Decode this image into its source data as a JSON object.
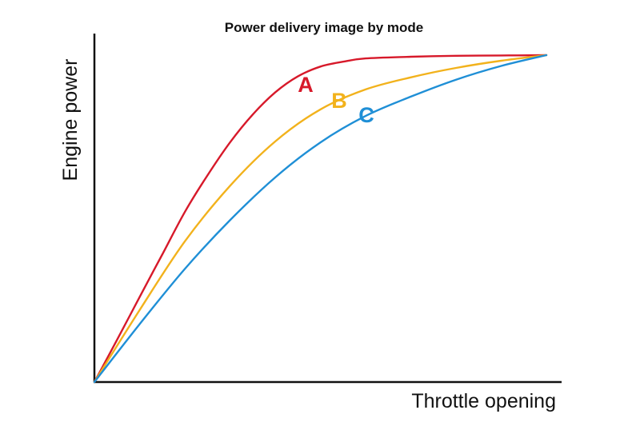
{
  "chart_data": {
    "type": "line",
    "title": "Power delivery image by mode",
    "xlabel": "Throttle opening",
    "ylabel": "Engine power",
    "xlim": [
      0,
      1
    ],
    "ylim": [
      0,
      1
    ],
    "grid": false,
    "legend": "inline labels next to curves",
    "series": [
      {
        "name": "A",
        "color": "#d7192a",
        "x": [
          0,
          0.05,
          0.1,
          0.15,
          0.2,
          0.25,
          0.3,
          0.35,
          0.4,
          0.45,
          0.5,
          0.55,
          0.6,
          0.7,
          0.8,
          0.9,
          1.0
        ],
        "y": [
          0,
          0.129,
          0.26,
          0.39,
          0.52,
          0.632,
          0.733,
          0.818,
          0.886,
          0.935,
          0.965,
          0.98,
          0.99,
          0.995,
          0.998,
          0.999,
          1.0
        ]
      },
      {
        "name": "B",
        "color": "#f2b21c",
        "x": [
          0,
          0.1,
          0.2,
          0.3,
          0.4,
          0.5,
          0.6,
          0.7,
          0.8,
          0.9,
          1.0
        ],
        "y": [
          0,
          0.22,
          0.43,
          0.6,
          0.736,
          0.834,
          0.895,
          0.932,
          0.961,
          0.983,
          1.0
        ]
      },
      {
        "name": "C",
        "color": "#1f8fd6",
        "x": [
          0,
          0.1,
          0.2,
          0.3,
          0.4,
          0.5,
          0.6,
          0.7,
          0.8,
          0.9,
          1.0
        ],
        "y": [
          0,
          0.177,
          0.346,
          0.495,
          0.626,
          0.733,
          0.814,
          0.873,
          0.925,
          0.967,
          1.0
        ]
      }
    ],
    "labels": [
      {
        "text": "A",
        "color": "#d7192a"
      },
      {
        "text": "B",
        "color": "#f2b21c"
      },
      {
        "text": "C",
        "color": "#1f8fd6"
      }
    ]
  }
}
